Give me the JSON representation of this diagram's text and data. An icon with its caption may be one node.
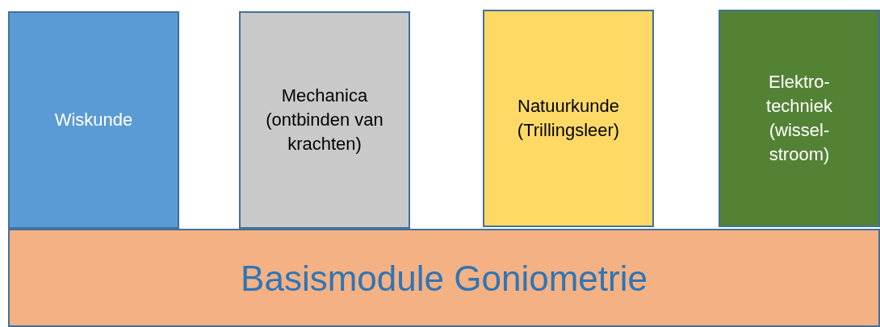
{
  "diagram": {
    "nodes": [
      {
        "text": [
          "Wiskunde"
        ]
      },
      {
        "text": [
          "Mechanica (ontbinden van krachten)"
        ]
      },
      {
        "text": [
          "Natuurkunde (Trillingsleer)"
        ]
      },
      {
        "text": [
          "Elektro- techniek (wissel- stroom)"
        ]
      },
      {
        "text": [
          "Basismodule Goniometrie"
        ]
      }
    ],
    "edges": []
  }
}
